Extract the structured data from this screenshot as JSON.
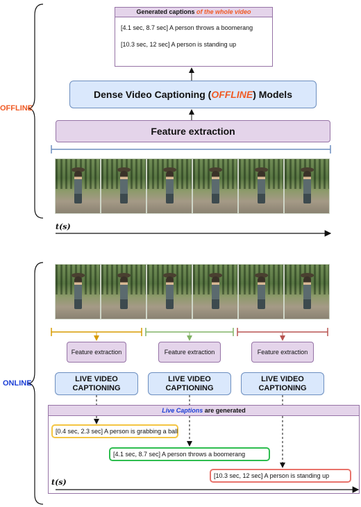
{
  "offline": {
    "side_label": "OFFLINE",
    "captions_title_prefix": "Generated captions ",
    "captions_title_emph": "of the whole video",
    "captions": [
      "[4.1 sec, 8.7 sec] A person throws a boomerang",
      "[10.3 sec, 12 sec] A person is standing up"
    ],
    "model_prefix": "Dense Video Captioning (",
    "model_emph": "OFFLINE",
    "model_suffix": ") Models",
    "feature_label": "Feature extraction",
    "time_label": "t(s)"
  },
  "online": {
    "side_label": "ONLINE",
    "feature_labels": [
      "Feature extraction",
      "Feature extraction",
      "Feature extraction"
    ],
    "live_labels": [
      [
        "LIVE VIDEO",
        "CAPTIONING"
      ],
      [
        "LIVE VIDEO",
        "CAPTIONING"
      ],
      [
        "LIVE VIDEO",
        "CAPTIONING"
      ]
    ],
    "panel_title_emph": "Live Captions",
    "panel_title_suffix": " are generated",
    "captions": [
      "[0.4 sec, 2.3 sec] A person is grabbing a ball",
      "[4.1 sec, 8.7 sec] A person throws a boomerang",
      "[10.3 sec, 12 sec] A person is standing up"
    ],
    "time_label": "t(s)"
  },
  "colors": {
    "offline_accent": "#f05a24",
    "online_accent": "#1c3fd6",
    "purple_fill": "#e4d4ea",
    "purple_stroke": "#9673a6",
    "blue_fill": "#dae8fc",
    "blue_stroke": "#6c8ebf",
    "segment_orange": "#d79b00",
    "segment_green": "#82b366",
    "segment_red": "#b85450",
    "caption_yellow": "#f4c542",
    "caption_green": "#2ebd4f",
    "caption_red": "#e8736b"
  }
}
